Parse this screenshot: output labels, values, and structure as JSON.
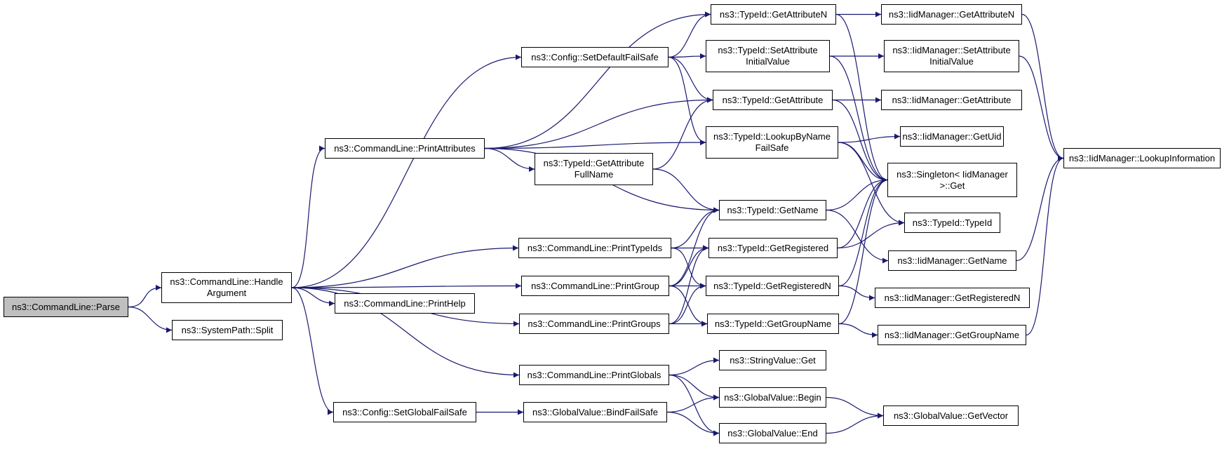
{
  "colors": {
    "edge": "#191970",
    "node_border": "#000000",
    "node_fill": "#ffffff",
    "root_fill": "#bfbfbf"
  },
  "nodes": {
    "parse": {
      "lines": [
        "ns3::CommandLine::Parse"
      ]
    },
    "handle_argument": {
      "lines": [
        "ns3::CommandLine::Handle",
        "Argument"
      ]
    },
    "split": {
      "lines": [
        "ns3::SystemPath::Split"
      ]
    },
    "set_default_fail_safe": {
      "lines": [
        "ns3::Config::SetDefaultFailSafe"
      ]
    },
    "print_attributes": {
      "lines": [
        "ns3::CommandLine::PrintAttributes"
      ]
    },
    "print_type_ids": {
      "lines": [
        "ns3::CommandLine::PrintTypeIds"
      ]
    },
    "print_group": {
      "lines": [
        "ns3::CommandLine::PrintGroup"
      ]
    },
    "print_help": {
      "lines": [
        "ns3::CommandLine::PrintHelp"
      ]
    },
    "print_groups": {
      "lines": [
        "ns3::CommandLine::PrintGroups"
      ]
    },
    "print_globals": {
      "lines": [
        "ns3::CommandLine::PrintGlobals"
      ]
    },
    "set_global_fail_safe": {
      "lines": [
        "ns3::Config::SetGlobalFailSafe"
      ]
    },
    "get_attribute_full_name": {
      "lines": [
        "ns3::TypeId::GetAttribute",
        "FullName"
      ]
    },
    "bind_fail_safe": {
      "lines": [
        "ns3::GlobalValue::BindFailSafe"
      ]
    },
    "typeid_get_attribute_n": {
      "lines": [
        "ns3::TypeId::GetAttributeN"
      ]
    },
    "typeid_set_attribute_initial_value": {
      "lines": [
        "ns3::TypeId::SetAttribute",
        "InitialValue"
      ]
    },
    "typeid_get_attribute": {
      "lines": [
        "ns3::TypeId::GetAttribute"
      ]
    },
    "typeid_lookup_by_name_fail_safe": {
      "lines": [
        "ns3::TypeId::LookupByName",
        "FailSafe"
      ]
    },
    "typeid_get_name": {
      "lines": [
        "ns3::TypeId::GetName"
      ]
    },
    "typeid_get_registered": {
      "lines": [
        "ns3::TypeId::GetRegistered"
      ]
    },
    "typeid_get_registered_n": {
      "lines": [
        "ns3::TypeId::GetRegisteredN"
      ]
    },
    "typeid_get_group_name": {
      "lines": [
        "ns3::TypeId::GetGroupName"
      ]
    },
    "string_value_get": {
      "lines": [
        "ns3::StringValue::Get"
      ]
    },
    "global_value_begin": {
      "lines": [
        "ns3::GlobalValue::Begin"
      ]
    },
    "global_value_end": {
      "lines": [
        "ns3::GlobalValue::End"
      ]
    },
    "iid_get_attribute_n": {
      "lines": [
        "ns3::IidManager::GetAttributeN"
      ]
    },
    "iid_set_attribute_initial_value": {
      "lines": [
        "ns3::IidManager::SetAttribute",
        "InitialValue"
      ]
    },
    "iid_get_attribute": {
      "lines": [
        "ns3::IidManager::GetAttribute"
      ]
    },
    "iid_get_uid": {
      "lines": [
        "ns3::IidManager::GetUid"
      ]
    },
    "singleton_get": {
      "lines": [
        "ns3::Singleton< IidManager",
        ">::Get"
      ]
    },
    "typeid_typeid": {
      "lines": [
        "ns3::TypeId::TypeId"
      ]
    },
    "iid_get_name": {
      "lines": [
        "ns3::IidManager::GetName"
      ]
    },
    "iid_get_registered_n": {
      "lines": [
        "ns3::IidManager::GetRegisteredN"
      ]
    },
    "iid_get_group_name": {
      "lines": [
        "ns3::IidManager::GetGroupName"
      ]
    },
    "global_value_get_vector": {
      "lines": [
        "ns3::GlobalValue::GetVector"
      ]
    },
    "iid_lookup_information": {
      "lines": [
        "ns3::IidManager::LookupInformation"
      ]
    }
  },
  "edges": [
    [
      "parse",
      "handle_argument"
    ],
    [
      "parse",
      "split"
    ],
    [
      "handle_argument",
      "set_default_fail_safe"
    ],
    [
      "handle_argument",
      "print_attributes"
    ],
    [
      "handle_argument",
      "print_type_ids"
    ],
    [
      "handle_argument",
      "print_group"
    ],
    [
      "handle_argument",
      "print_help"
    ],
    [
      "handle_argument",
      "print_groups"
    ],
    [
      "handle_argument",
      "print_globals"
    ],
    [
      "handle_argument",
      "set_global_fail_safe"
    ],
    [
      "set_default_fail_safe",
      "typeid_get_attribute_n"
    ],
    [
      "set_default_fail_safe",
      "typeid_set_attribute_initial_value"
    ],
    [
      "set_default_fail_safe",
      "typeid_get_attribute"
    ],
    [
      "set_default_fail_safe",
      "typeid_lookup_by_name_fail_safe"
    ],
    [
      "print_attributes",
      "typeid_get_attribute_n"
    ],
    [
      "print_attributes",
      "typeid_get_attribute"
    ],
    [
      "print_attributes",
      "typeid_lookup_by_name_fail_safe"
    ],
    [
      "print_attributes",
      "get_attribute_full_name"
    ],
    [
      "print_attributes",
      "typeid_get_name"
    ],
    [
      "get_attribute_full_name",
      "typeid_get_attribute"
    ],
    [
      "get_attribute_full_name",
      "typeid_get_name"
    ],
    [
      "print_type_ids",
      "typeid_get_name"
    ],
    [
      "print_type_ids",
      "typeid_get_registered"
    ],
    [
      "print_type_ids",
      "typeid_get_registered_n"
    ],
    [
      "print_group",
      "typeid_get_name"
    ],
    [
      "print_group",
      "typeid_get_registered"
    ],
    [
      "print_group",
      "typeid_get_registered_n"
    ],
    [
      "print_group",
      "typeid_get_group_name"
    ],
    [
      "print_groups",
      "typeid_get_registered"
    ],
    [
      "print_groups",
      "typeid_get_registered_n"
    ],
    [
      "print_groups",
      "typeid_get_group_name"
    ],
    [
      "print_globals",
      "string_value_get"
    ],
    [
      "print_globals",
      "global_value_begin"
    ],
    [
      "print_globals",
      "global_value_end"
    ],
    [
      "set_global_fail_safe",
      "bind_fail_safe"
    ],
    [
      "bind_fail_safe",
      "global_value_begin"
    ],
    [
      "bind_fail_safe",
      "global_value_end"
    ],
    [
      "typeid_get_attribute_n",
      "iid_get_attribute_n"
    ],
    [
      "typeid_get_attribute_n",
      "singleton_get"
    ],
    [
      "typeid_set_attribute_initial_value",
      "iid_set_attribute_initial_value"
    ],
    [
      "typeid_set_attribute_initial_value",
      "singleton_get"
    ],
    [
      "typeid_get_attribute",
      "iid_get_attribute"
    ],
    [
      "typeid_get_attribute",
      "singleton_get"
    ],
    [
      "typeid_lookup_by_name_fail_safe",
      "iid_get_uid"
    ],
    [
      "typeid_lookup_by_name_fail_safe",
      "singleton_get"
    ],
    [
      "typeid_lookup_by_name_fail_safe",
      "typeid_typeid"
    ],
    [
      "typeid_get_name",
      "singleton_get"
    ],
    [
      "typeid_get_name",
      "iid_get_name"
    ],
    [
      "typeid_get_registered",
      "singleton_get"
    ],
    [
      "typeid_get_registered",
      "typeid_typeid"
    ],
    [
      "typeid_get_registered_n",
      "singleton_get"
    ],
    [
      "typeid_get_registered_n",
      "iid_get_registered_n"
    ],
    [
      "typeid_get_group_name",
      "singleton_get"
    ],
    [
      "typeid_get_group_name",
      "iid_get_group_name"
    ],
    [
      "global_value_begin",
      "global_value_get_vector"
    ],
    [
      "global_value_end",
      "global_value_get_vector"
    ],
    [
      "iid_get_attribute_n",
      "iid_lookup_information"
    ],
    [
      "iid_set_attribute_initial_value",
      "iid_lookup_information"
    ],
    [
      "iid_get_name",
      "iid_lookup_information"
    ],
    [
      "iid_get_group_name",
      "iid_lookup_information"
    ]
  ]
}
